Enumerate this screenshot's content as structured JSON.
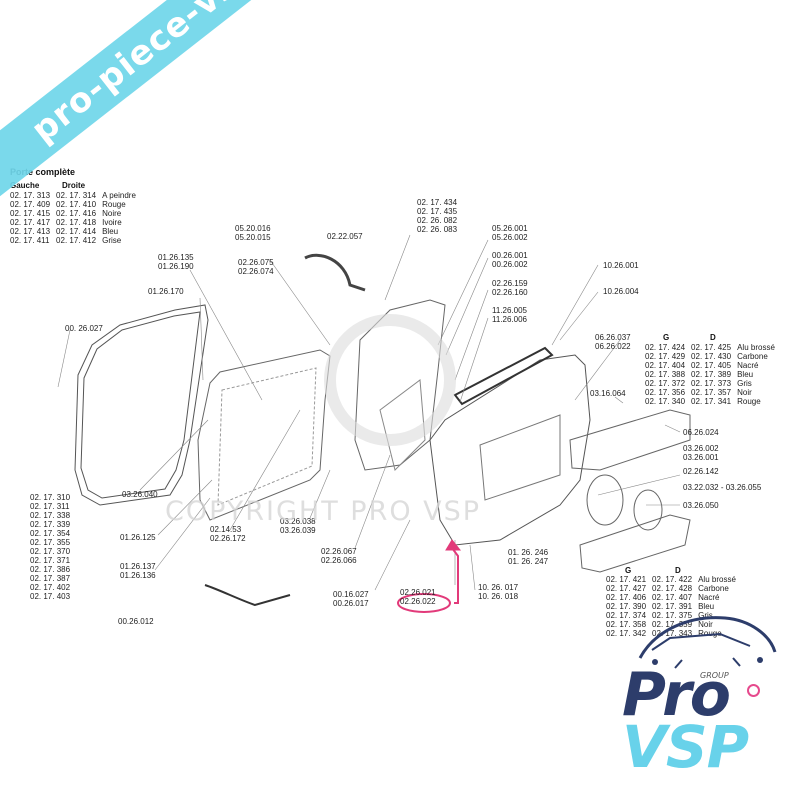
{
  "watermark_banner": "pro-piece-vsp.com",
  "copyright_text": "COPYRIGHT PRO VSP",
  "logo": {
    "group": "GROUP",
    "pro": "Pro",
    "vsp": "VSP",
    "colors": {
      "navy": "#2d3d6b",
      "cyan": "#68d2ea",
      "pink": "#e64a8d"
    }
  },
  "complete_door": {
    "title": "Porte complète",
    "col_left": "Gauche",
    "col_right": "Droite",
    "rows": [
      [
        "02. 17. 313",
        "02. 17. 314",
        "A peindre"
      ],
      [
        "02. 17. 409",
        "02. 17. 410",
        "Rouge"
      ],
      [
        "02. 17. 415",
        "02. 17. 416",
        "Noire"
      ],
      [
        "02. 17. 417",
        "02. 17. 418",
        "Ivoire"
      ],
      [
        "02. 17. 413",
        "02. 17. 414",
        "Bleu"
      ],
      [
        "02. 17. 411",
        "02. 17. 412",
        "Grise"
      ]
    ]
  },
  "upper_trim": {
    "col_g": "G",
    "col_d": "D",
    "rows": [
      [
        "02. 17. 424",
        "02. 17. 425",
        "Alu brossé"
      ],
      [
        "02. 17. 429",
        "02. 17. 430",
        "Carbone"
      ],
      [
        "02. 17. 404",
        "02. 17. 405",
        "Nacré"
      ],
      [
        "02. 17. 388",
        "02. 17. 389",
        "Bleu"
      ],
      [
        "02. 17. 372",
        "02. 17. 373",
        "Gris"
      ],
      [
        "02. 17. 356",
        "02. 17. 357",
        "Noir"
      ],
      [
        "02. 17. 340",
        "02. 17. 341",
        "Rouge"
      ]
    ]
  },
  "lower_trim": {
    "col_g": "G",
    "col_d": "D",
    "rows": [
      [
        "02. 17. 421",
        "02. 17. 422",
        "Alu brossé"
      ],
      [
        "02. 17. 427",
        "02. 17. 428",
        "Carbone"
      ],
      [
        "02. 17. 406",
        "02. 17. 407",
        "Nacré"
      ],
      [
        "02. 17. 390",
        "02. 17. 391",
        "Bleu"
      ],
      [
        "02. 17. 374",
        "02. 17. 375",
        "Gris"
      ],
      [
        "02. 17. 358",
        "02. 17. 359",
        "Noir"
      ],
      [
        "02. 17. 342",
        "02. 17. 343",
        "Rouge"
      ]
    ]
  },
  "door_skin_codes": [
    "02. 17. 310",
    "02. 17. 311",
    "02. 17. 338",
    "02. 17. 339",
    "02. 17. 354",
    "02. 17. 355",
    "02. 17. 370",
    "02. 17. 371",
    "02. 17. 386",
    "02. 17. 387",
    "02. 17. 402",
    "02. 17. 403"
  ],
  "labels": {
    "l_00_26_027": [
      "00. 26.027"
    ],
    "l_01_26_135": [
      "01.26.135",
      "01.26.190"
    ],
    "l_01_26_170": [
      "01.26.170"
    ],
    "l_05_20_016": [
      "05.20.016",
      "05.20.015"
    ],
    "l_02_22_057": [
      "02.22.057"
    ],
    "l_02_26_075": [
      "02.26.075",
      "02.26.074"
    ],
    "l_02_17_434": [
      "02. 17. 434",
      "02. 17. 435",
      "02. 26. 082",
      "02. 26. 083"
    ],
    "l_05_26_001": [
      "05.26.001",
      "05.26.002"
    ],
    "l_00_26_001": [
      "00.26.001",
      "00.26.002"
    ],
    "l_10_26_001": [
      "10.26.001"
    ],
    "l_02_26_159": [
      "02.26.159",
      "02.26.160"
    ],
    "l_10_26_004": [
      "10.26.004"
    ],
    "l_11_26_005": [
      "11.26.005",
      "11.26.006"
    ],
    "l_06_26_037": [
      "06.26.037",
      "06.26.022"
    ],
    "l_03_16_064": [
      "03.16.064"
    ],
    "l_06_26_024": [
      "06.26.024"
    ],
    "l_03_26_002": [
      "03.26.002",
      "03.26.001"
    ],
    "l_02_26_142": [
      "02.26.142"
    ],
    "l_03_22_032": [
      "03.22.032 - 03.26.055"
    ],
    "l_03_26_050": [
      "03.26.050"
    ],
    "l_03_26_040": [
      "03.26.040"
    ],
    "l_01_26_125": [
      "01.26.125"
    ],
    "l_02_14_53": [
      "02.14.53",
      "02.26.172"
    ],
    "l_03_26_038": [
      "03.26.038",
      "03.26.039"
    ],
    "l_01_26_137": [
      "01.26.137",
      "01.26.136"
    ],
    "l_02_26_067": [
      "02.26.067",
      "02.26.066"
    ],
    "l_01_26_246": [
      "01. 26. 246",
      "01. 26. 247"
    ],
    "l_00_16_027": [
      "00.16.027",
      "00.26.017"
    ],
    "l_02_26_021": [
      "02.26.021",
      "02.26.022"
    ],
    "l_10_26_017": [
      "10. 26. 017",
      "10. 26. 018"
    ],
    "l_00_26_012": [
      "00.26.012"
    ]
  }
}
